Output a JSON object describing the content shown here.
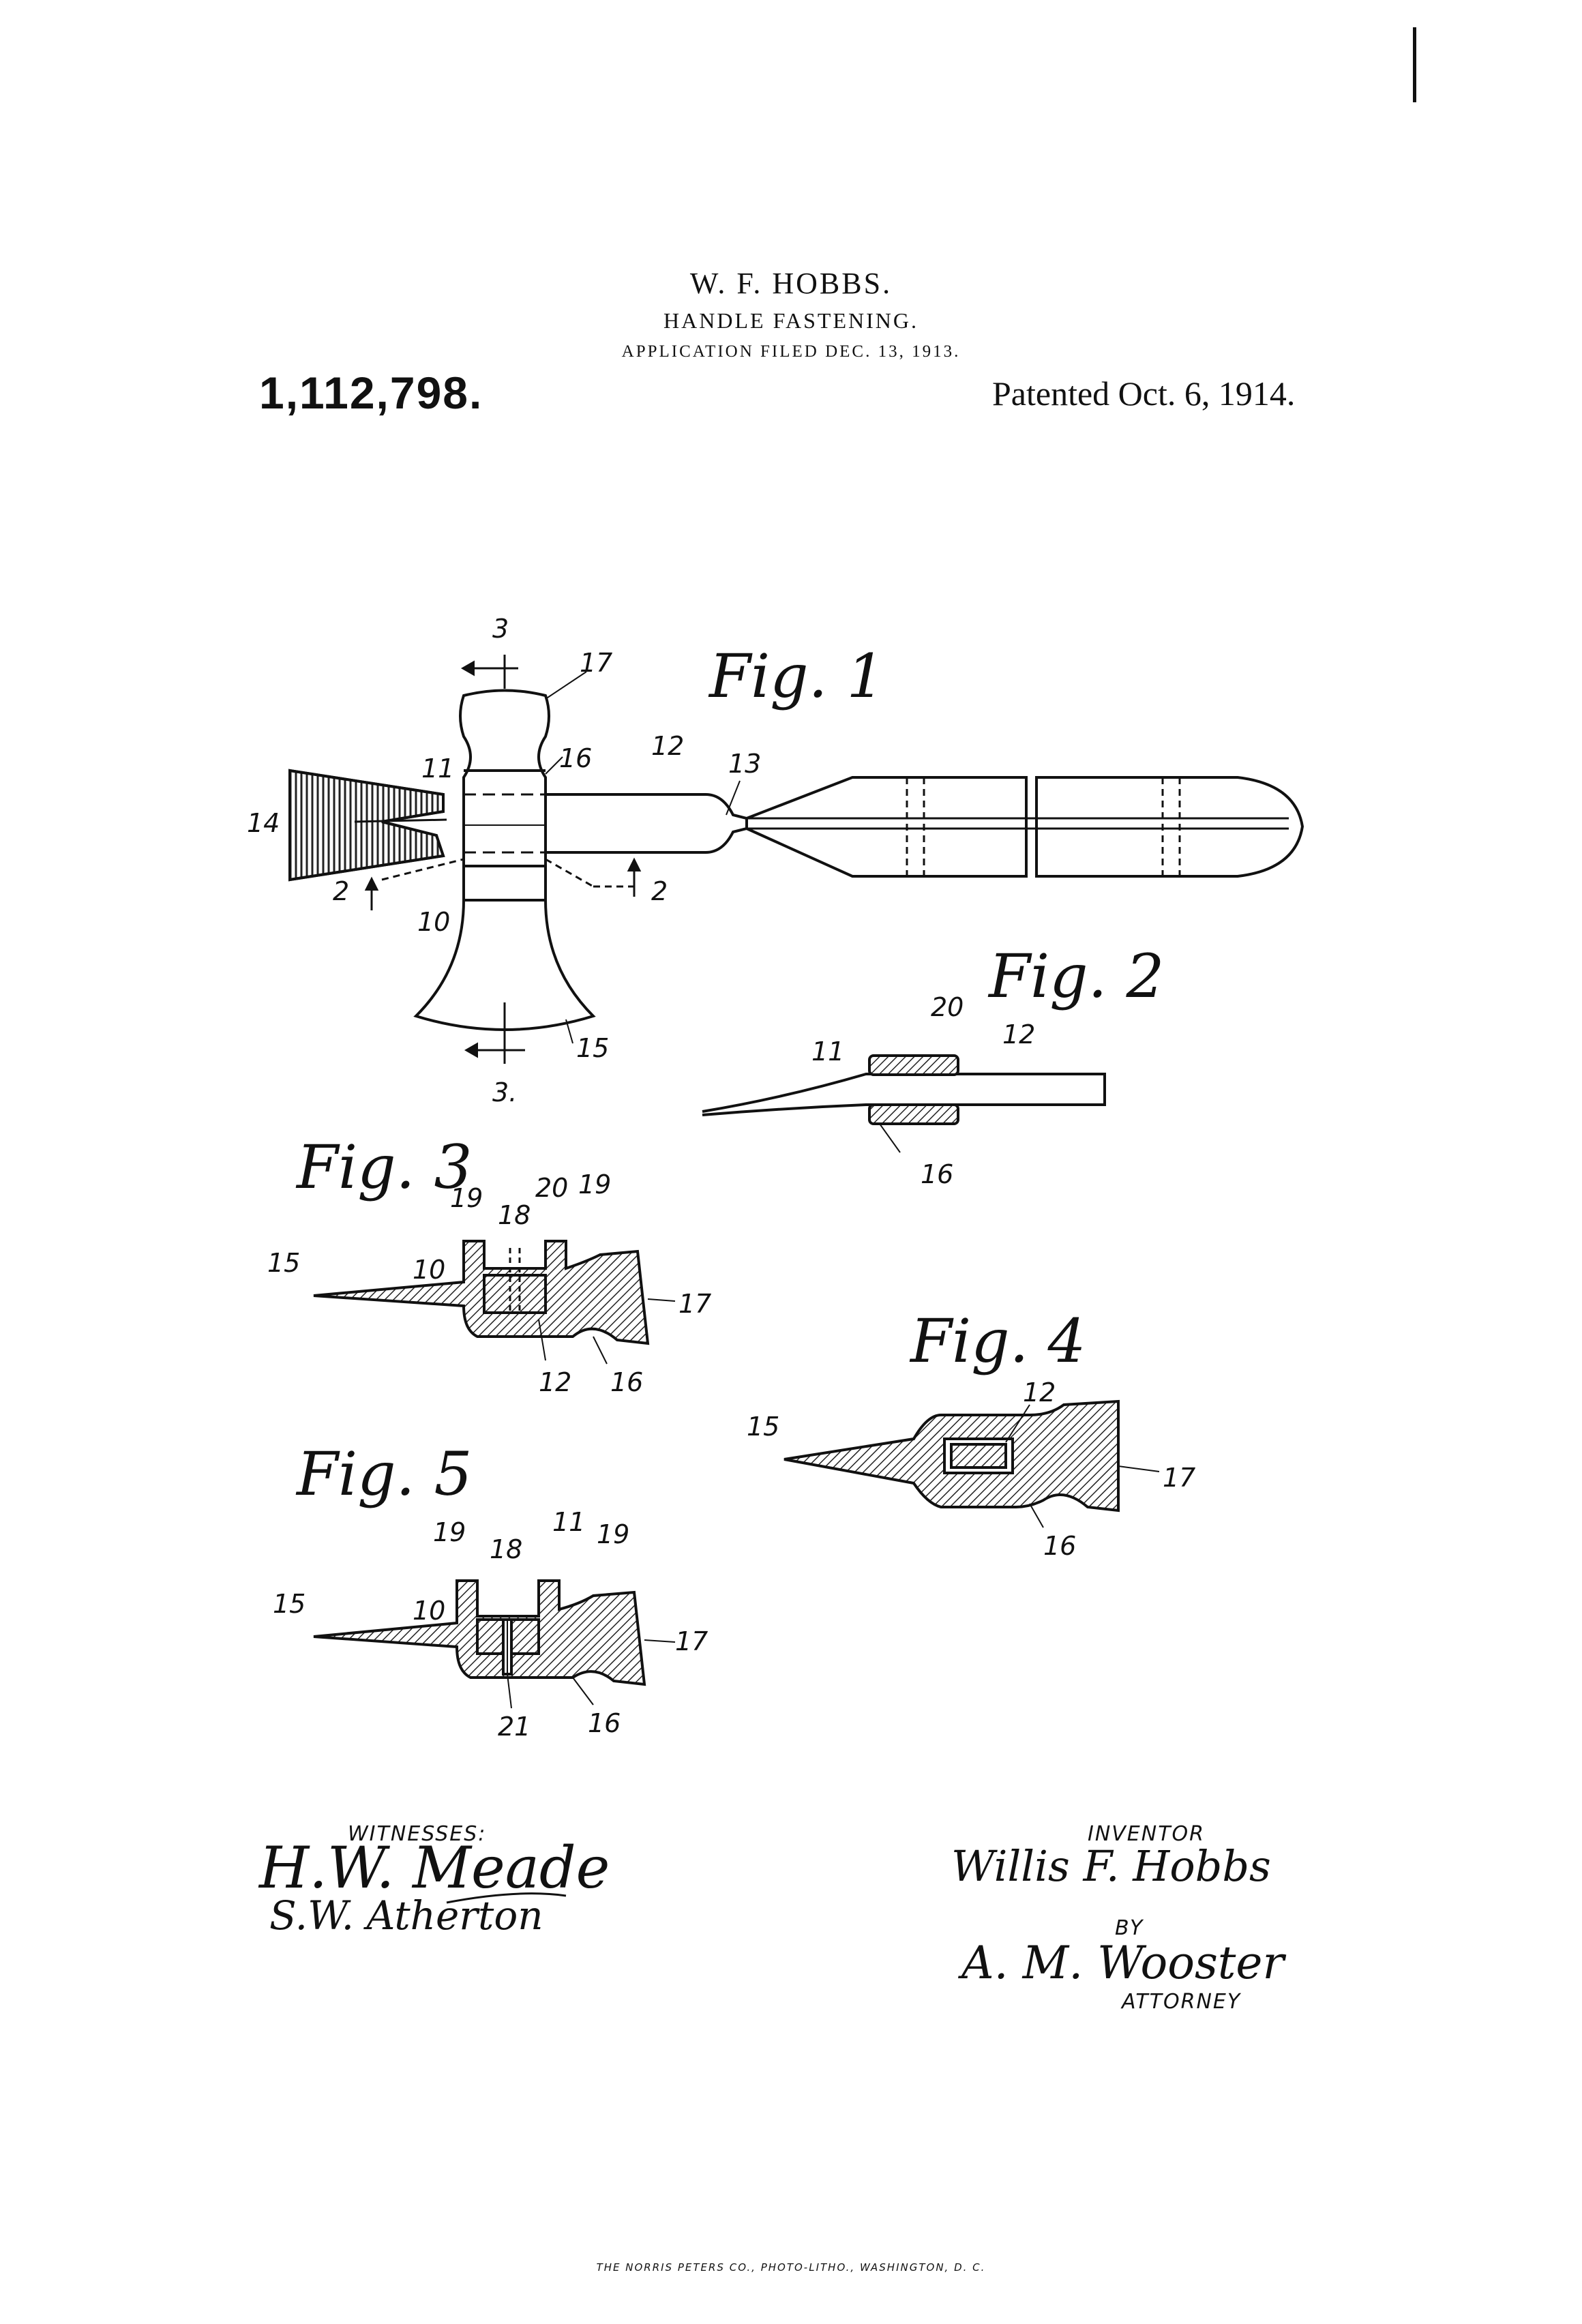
{
  "header": {
    "inventor": "W. F. HOBBS.",
    "title": "HANDLE FASTENING.",
    "filed": "APPLICATION FILED DEC. 13, 1913.",
    "patent_number": "1,112,798.",
    "patented": "Patented Oct. 6, 1914."
  },
  "figures": {
    "fig1": "Fig. 1",
    "fig2": "Fig. 2",
    "fig3": "Fig. 3",
    "fig4": "Fig. 4",
    "fig5": "Fig. 5"
  },
  "refs": {
    "n3": "3",
    "n3b": "3.",
    "n17": "17",
    "n16": "16",
    "n11": "11",
    "n12": "12",
    "n13": "13",
    "n14": "14",
    "n2": "2",
    "n10": "10",
    "n15": "15",
    "n18": "18",
    "n19": "19",
    "n20": "20",
    "n21": "21"
  },
  "signatures": {
    "witnesses_label": "WITNESSES:",
    "witness1": "H.W. Meade",
    "witness2": "S.W. Atherton",
    "inventor_label": "INVENTOR",
    "inventor_sig": "Willis F. Hobbs",
    "by": "BY",
    "attorney_sig": "A. M. Wooster",
    "attorney_label": "ATTORNEY"
  },
  "footer": {
    "printer": "THE NORRIS PETERS CO., PHOTO-LITHO., WASHINGTON, D. C."
  }
}
